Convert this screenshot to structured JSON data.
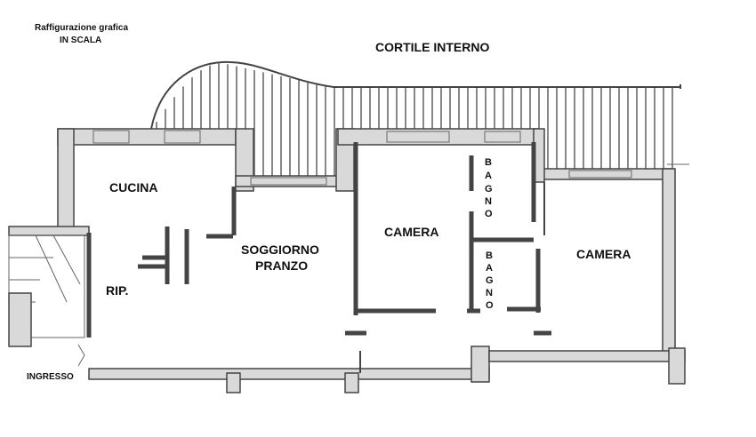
{
  "plan": {
    "caption_line1": "Raffigurazione grafica",
    "caption_line2": "IN SCALA",
    "courtyard": "CORTILE INTERNO",
    "rooms": {
      "kitchen": "CUCINA",
      "living_line1": "SOGGIORNO",
      "living_line2": "PRANZO",
      "bedroom1": "CAMERA",
      "bedroom2": "CAMERA",
      "closet": "RIP.",
      "entrance": "INGRESSO"
    },
    "bath1_letters": [
      "B",
      "A",
      "G",
      "N",
      "O"
    ],
    "bath2_letters": [
      "B",
      "A",
      "G",
      "N",
      "O"
    ]
  }
}
